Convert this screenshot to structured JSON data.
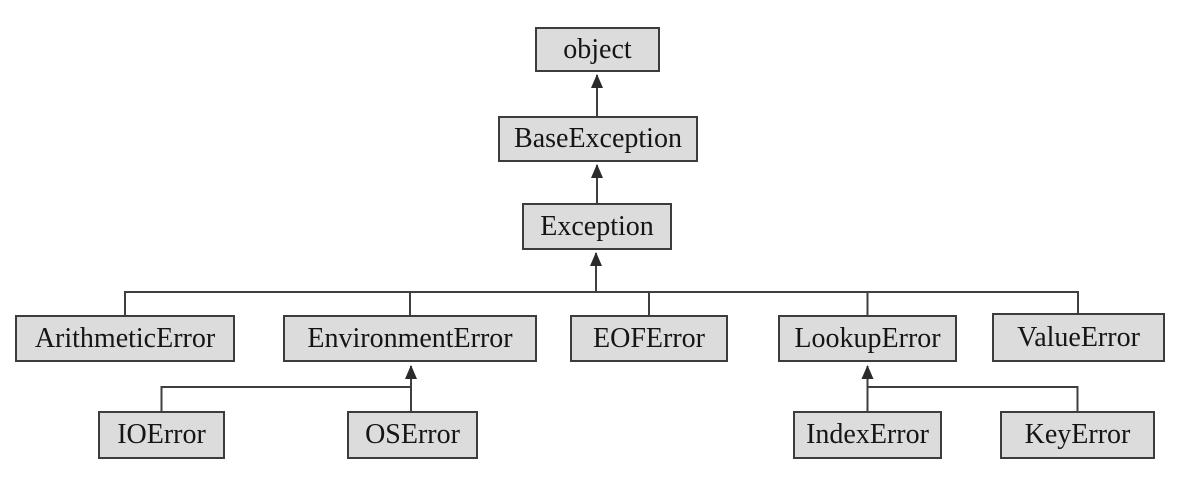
{
  "diagram": {
    "type": "class-hierarchy",
    "nodes": {
      "object": {
        "label": "object"
      },
      "base_exception": {
        "label": "BaseException"
      },
      "exception": {
        "label": "Exception"
      },
      "arithmetic_error": {
        "label": "ArithmeticError"
      },
      "environment_error": {
        "label": "EnvironmentError"
      },
      "eof_error": {
        "label": "EOFError"
      },
      "lookup_error": {
        "label": "LookupError"
      },
      "value_error": {
        "label": "ValueError"
      },
      "io_error": {
        "label": "IOError"
      },
      "os_error": {
        "label": "OSError"
      },
      "index_error": {
        "label": "IndexError"
      },
      "key_error": {
        "label": "KeyError"
      }
    },
    "edges": [
      {
        "from": "BaseException",
        "to": "object"
      },
      {
        "from": "Exception",
        "to": "BaseException"
      },
      {
        "from": "ArithmeticError",
        "to": "Exception"
      },
      {
        "from": "EnvironmentError",
        "to": "Exception"
      },
      {
        "from": "EOFError",
        "to": "Exception"
      },
      {
        "from": "LookupError",
        "to": "Exception"
      },
      {
        "from": "ValueError",
        "to": "Exception"
      },
      {
        "from": "IOError",
        "to": "EnvironmentError"
      },
      {
        "from": "OSError",
        "to": "EnvironmentError"
      },
      {
        "from": "IndexError",
        "to": "LookupError"
      },
      {
        "from": "KeyError",
        "to": "LookupError"
      }
    ],
    "colors": {
      "box_fill": "#dcdcdc",
      "box_border": "#3c3c3c",
      "line": "#3f3f3f",
      "text": "#151515",
      "background": "#ffffff"
    }
  }
}
